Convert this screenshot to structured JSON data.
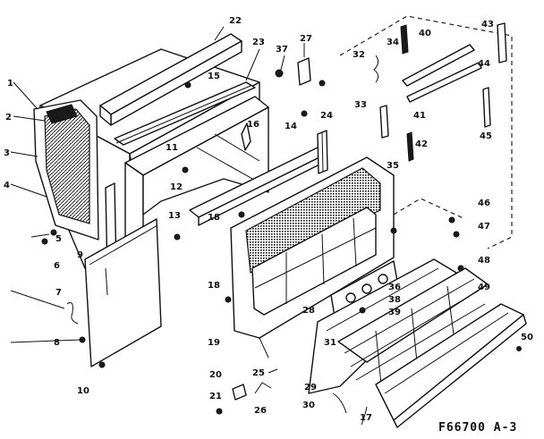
{
  "figure_code": "F66700 A-3",
  "labels": [
    {
      "id": "l1",
      "text": "1"
    },
    {
      "id": "l2",
      "text": "2"
    },
    {
      "id": "l3",
      "text": "3"
    },
    {
      "id": "l4",
      "text": "4"
    },
    {
      "id": "l5",
      "text": "5"
    },
    {
      "id": "l6",
      "text": "6"
    },
    {
      "id": "l7",
      "text": "7"
    },
    {
      "id": "l8",
      "text": "8"
    },
    {
      "id": "l9",
      "text": "9"
    },
    {
      "id": "l10",
      "text": "10"
    },
    {
      "id": "l11",
      "text": "11"
    },
    {
      "id": "l12",
      "text": "12"
    },
    {
      "id": "l13",
      "text": "13"
    },
    {
      "id": "l14",
      "text": "14"
    },
    {
      "id": "l15",
      "text": "15"
    },
    {
      "id": "l16",
      "text": "16"
    },
    {
      "id": "l17",
      "text": "17"
    },
    {
      "id": "l18",
      "text": "18"
    },
    {
      "id": "l19",
      "text": "19"
    },
    {
      "id": "l20",
      "text": "20"
    },
    {
      "id": "l21",
      "text": "21"
    },
    {
      "id": "l22",
      "text": "22"
    },
    {
      "id": "l23",
      "text": "23"
    },
    {
      "id": "l24",
      "text": "24"
    },
    {
      "id": "l25",
      "text": "25"
    },
    {
      "id": "l26",
      "text": "26"
    },
    {
      "id": "l27",
      "text": "27"
    },
    {
      "id": "l28",
      "text": "28"
    },
    {
      "id": "l29",
      "text": "29"
    },
    {
      "id": "l30",
      "text": "30"
    },
    {
      "id": "l31",
      "text": "31"
    },
    {
      "id": "l32",
      "text": "32"
    },
    {
      "id": "l33",
      "text": "33"
    },
    {
      "id": "l34",
      "text": "34"
    },
    {
      "id": "l35",
      "text": "35"
    },
    {
      "id": "l36",
      "text": "36"
    },
    {
      "id": "l37",
      "text": "37"
    },
    {
      "id": "l38",
      "text": "38"
    },
    {
      "id": "l39",
      "text": "39"
    },
    {
      "id": "l40",
      "text": "40"
    },
    {
      "id": "l41",
      "text": "41"
    },
    {
      "id": "l42",
      "text": "42"
    },
    {
      "id": "l43",
      "text": "43"
    },
    {
      "id": "l44",
      "text": "44"
    },
    {
      "id": "l45",
      "text": "45"
    },
    {
      "id": "l46",
      "text": "46"
    },
    {
      "id": "l47",
      "text": "47"
    },
    {
      "id": "l48",
      "text": "48"
    },
    {
      "id": "l49",
      "text": "49"
    },
    {
      "id": "l50",
      "text": "50"
    }
  ]
}
